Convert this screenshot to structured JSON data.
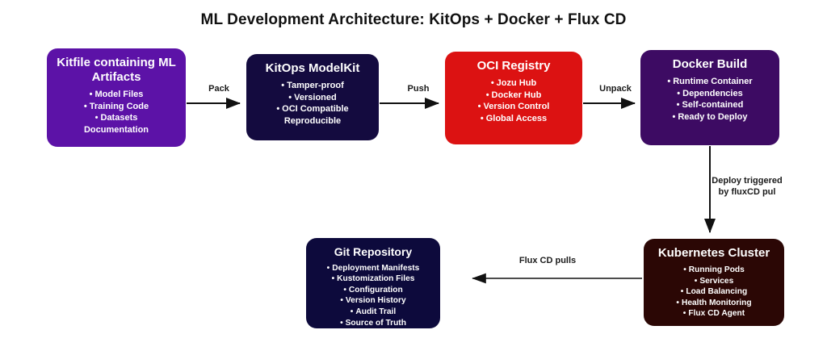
{
  "title": "ML Development Architecture: KitOps + Docker + Flux CD",
  "colors": {
    "background": "#ffffff",
    "kitfile": "#5C12A7",
    "modelkit": "#140B3F",
    "registry": "#DC1212",
    "docker_build": "#3D0B63",
    "kubernetes": "#2B0705",
    "git_repository": "#0D0A3C",
    "text_on_node": "#ffffff",
    "edge": "#111111",
    "title_text": "#111111"
  },
  "nodes": {
    "kitfile": {
      "title": "Kitfile containing ML Artifacts",
      "bullets": [
        "Model Files",
        "Training Code",
        "Datasets"
      ],
      "continuation": "Documentation"
    },
    "modelkit": {
      "title": "KitOps ModelKit",
      "bullets": [
        "Tamper-proof",
        "Versioned",
        "OCI Compatible"
      ],
      "continuation": "Reproducible"
    },
    "registry": {
      "title": "OCI Registry",
      "bullets": [
        "Jozu Hub",
        "Docker Hub",
        "Version Control",
        "Global Access"
      ]
    },
    "docker_build": {
      "title": "Docker Build",
      "bullets": [
        "Runtime Container",
        "Dependencies",
        "Self-contained",
        "Ready to Deploy"
      ]
    },
    "kubernetes": {
      "title": "Kubernetes Cluster",
      "bullets": [
        "Running Pods",
        "Services",
        "Load Balancing",
        "Health Monitoring",
        "Flux CD Agent"
      ]
    },
    "git_repository": {
      "title": "Git Repository",
      "bullets": [
        "Deployment Manifests",
        "Kustomization Files",
        "Configuration",
        "Version History",
        "Audit Trail",
        "Source of Truth"
      ]
    }
  },
  "edges": {
    "pack": "Pack",
    "push": "Push",
    "unpack": "Unpack",
    "deploy": "Deploy triggered\nby fluxCD pul",
    "flux_pulls": "Flux CD pulls"
  },
  "bullet_glyph": "•"
}
